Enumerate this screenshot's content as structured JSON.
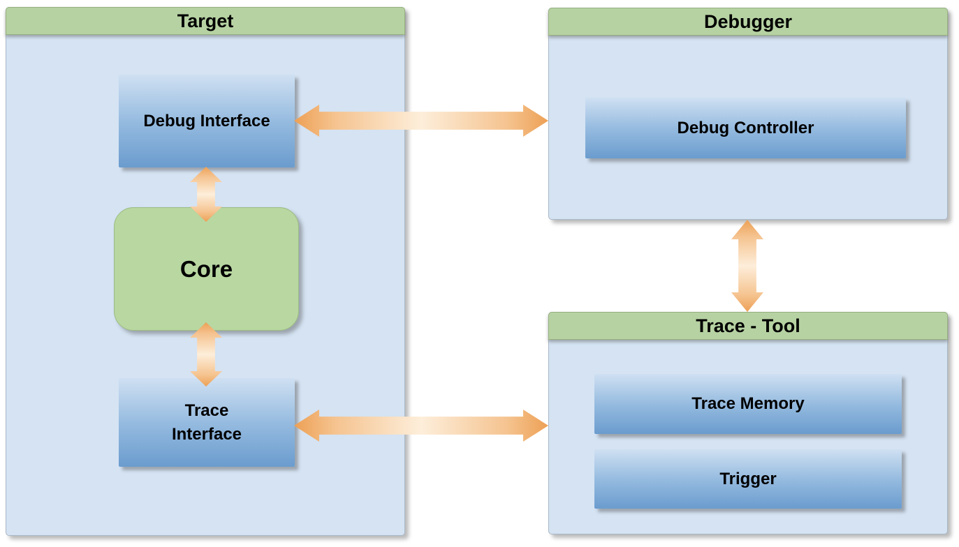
{
  "containers": {
    "target": {
      "title": "Target",
      "nodes": {
        "debug_interface": {
          "label": "Debug Interface"
        },
        "core": {
          "label": "Core"
        },
        "trace_interface": {
          "label": "Trace\nInterface"
        }
      }
    },
    "debugger": {
      "title": "Debugger",
      "nodes": {
        "debug_controller": {
          "label": "Debug Controller"
        }
      }
    },
    "trace_tool": {
      "title": "Trace - Tool",
      "nodes": {
        "trace_memory": {
          "label": "Trace Memory"
        },
        "trigger": {
          "label": "Trigger"
        }
      }
    }
  },
  "arrows": [
    {
      "type": "bidirectional",
      "orientation": "horizontal",
      "between": [
        "Debug Interface",
        "Debug Controller"
      ]
    },
    {
      "type": "bidirectional",
      "orientation": "vertical",
      "between": [
        "Debug Interface",
        "Core"
      ]
    },
    {
      "type": "bidirectional",
      "orientation": "vertical",
      "between": [
        "Core",
        "Trace Interface"
      ]
    },
    {
      "type": "bidirectional",
      "orientation": "horizontal",
      "between": [
        "Trace Interface",
        "Trace - Tool"
      ]
    },
    {
      "type": "bidirectional",
      "orientation": "vertical",
      "between": [
        "Debugger",
        "Trace - Tool"
      ]
    }
  ],
  "colors": {
    "background": "#ffffff",
    "container_body": "#d5e3f3",
    "container_border": "#a9b8c6",
    "header_green": "#b6d2a2",
    "core_green": "#b8d7a1",
    "node_blue_top": "#cfe0f2",
    "node_blue_bottom": "#6b9cce",
    "arrow_orange": "#eda055",
    "arrow_center": "#fdeeda",
    "text": "#000000"
  }
}
